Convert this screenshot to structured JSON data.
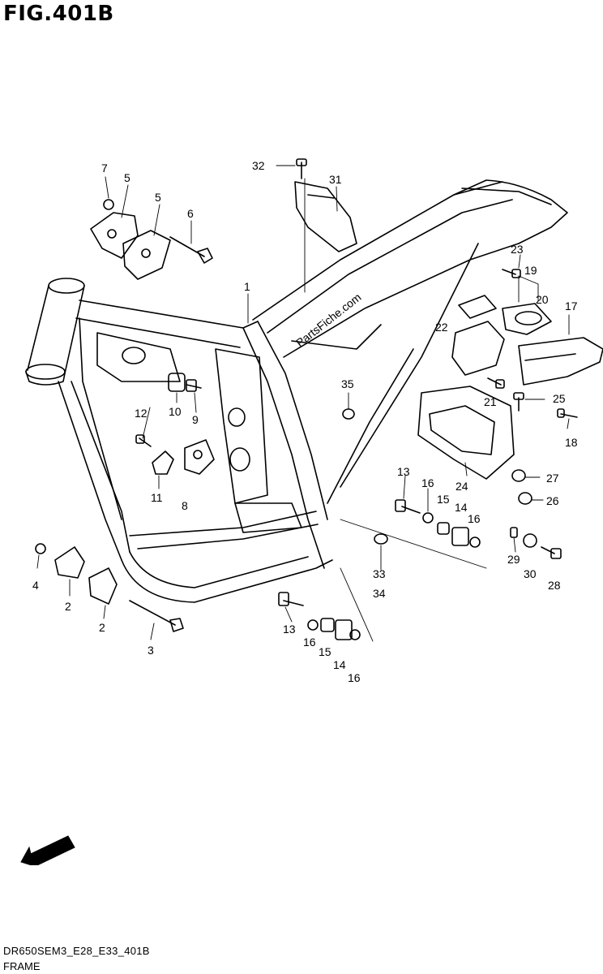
{
  "figure": {
    "title": "FIG.401B",
    "code": "DR650SEM3_E28_E33_401B",
    "name": "FRAME",
    "watermark": "PartsFiche.com",
    "direction_label": "FWD"
  },
  "callouts": [
    {
      "id": "c1",
      "label": "1"
    },
    {
      "id": "c2a",
      "label": "2"
    },
    {
      "id": "c2b",
      "label": "2"
    },
    {
      "id": "c3",
      "label": "3"
    },
    {
      "id": "c4",
      "label": "4"
    },
    {
      "id": "c5a",
      "label": "5"
    },
    {
      "id": "c5b",
      "label": "5"
    },
    {
      "id": "c6",
      "label": "6"
    },
    {
      "id": "c7",
      "label": "7"
    },
    {
      "id": "c8",
      "label": "8"
    },
    {
      "id": "c9",
      "label": "9"
    },
    {
      "id": "c10",
      "label": "10"
    },
    {
      "id": "c11",
      "label": "11"
    },
    {
      "id": "c12",
      "label": "12"
    },
    {
      "id": "c13a",
      "label": "13"
    },
    {
      "id": "c13b",
      "label": "13"
    },
    {
      "id": "c14a",
      "label": "14"
    },
    {
      "id": "c14b",
      "label": "14"
    },
    {
      "id": "c15a",
      "label": "15"
    },
    {
      "id": "c15b",
      "label": "15"
    },
    {
      "id": "c16a",
      "label": "16"
    },
    {
      "id": "c16b",
      "label": "16"
    },
    {
      "id": "c16c",
      "label": "16"
    },
    {
      "id": "c16d",
      "label": "16"
    },
    {
      "id": "c17",
      "label": "17"
    },
    {
      "id": "c18",
      "label": "18"
    },
    {
      "id": "c19",
      "label": "19"
    },
    {
      "id": "c20",
      "label": "20"
    },
    {
      "id": "c21",
      "label": "21"
    },
    {
      "id": "c22",
      "label": "22"
    },
    {
      "id": "c23",
      "label": "23"
    },
    {
      "id": "c24",
      "label": "24"
    },
    {
      "id": "c25",
      "label": "25"
    },
    {
      "id": "c26",
      "label": "26"
    },
    {
      "id": "c27",
      "label": "27"
    },
    {
      "id": "c28",
      "label": "28"
    },
    {
      "id": "c29",
      "label": "29"
    },
    {
      "id": "c30",
      "label": "30"
    },
    {
      "id": "c31",
      "label": "31"
    },
    {
      "id": "c32",
      "label": "32"
    },
    {
      "id": "c33",
      "label": "33"
    },
    {
      "id": "c34",
      "label": "34"
    },
    {
      "id": "c35",
      "label": "35"
    }
  ]
}
